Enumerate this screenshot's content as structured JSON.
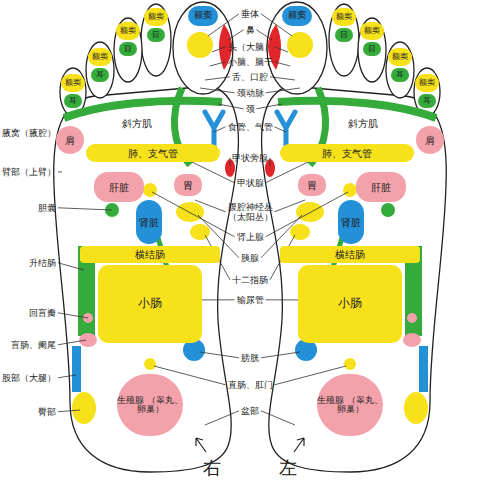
{
  "diagram": {
    "nodes": [
      {
        "text": [
          "额窦"
        ]
      },
      {
        "text": [
          "耳"
        ]
      },
      {
        "text": [
          "额窦"
        ]
      },
      {
        "text": [
          "耳"
        ]
      },
      {
        "text": [
          "额窦"
        ]
      },
      {
        "text": [
          "目"
        ]
      },
      {
        "text": [
          "额窦"
        ]
      },
      {
        "text": [
          "目"
        ]
      },
      {
        "text": [
          "额窦"
        ]
      },
      {
        "text": [
          "肩"
        ]
      },
      {
        "text": [
          "斜方肌"
        ]
      },
      {
        "text": [
          "肺、支气管"
        ]
      },
      {
        "text": [
          "肝脏"
        ]
      },
      {
        "text": [
          "胃"
        ]
      },
      {
        "text": [
          "肾脏"
        ]
      },
      {
        "text": [
          "横结肠"
        ]
      },
      {
        "text": [
          "小肠"
        ]
      },
      {
        "text": [
          "生殖腺 （睾丸、卵巢）"
        ]
      },
      {
        "text": [
          "额窦"
        ]
      },
      {
        "text": [
          "耳"
        ]
      },
      {
        "text": [
          "额窦"
        ]
      },
      {
        "text": [
          "耳"
        ]
      },
      {
        "text": [
          "额窦"
        ]
      },
      {
        "text": [
          "目"
        ]
      },
      {
        "text": [
          "额窦"
        ]
      },
      {
        "text": [
          "目"
        ]
      },
      {
        "text": [
          "额窦"
        ]
      },
      {
        "text": [
          "肩"
        ]
      },
      {
        "text": [
          "斜方肌"
        ]
      },
      {
        "text": [
          "肺、支气管"
        ]
      },
      {
        "text": [
          "肝脏"
        ]
      },
      {
        "text": [
          "胃"
        ]
      },
      {
        "text": [
          "肾脏"
        ]
      },
      {
        "text": [
          "横结肠"
        ]
      },
      {
        "text": [
          "小肠"
        ]
      },
      {
        "text": [
          "生殖腺 （睾丸、卵巢）"
        ]
      }
    ],
    "labels": [
      "垂体",
      "鼻",
      "头（大脑）",
      "小脑、脑干",
      "舌、口腔",
      "颈动脉",
      "颈",
      "食管、气管",
      "腋窝（腋腔）",
      "臂部（上臂）",
      "甲状旁腺",
      "甲状腺",
      "胆囊",
      "腹腔神经丛 （太阳丛）",
      "肾上腺",
      "胰腺",
      "升结肠",
      "十二指肠",
      "输尿管",
      "回盲瓣",
      "盲肠、阑尾",
      "膀胱",
      "股部（大腿）",
      "直肠、肛门",
      "臀部",
      "盆部",
      "右",
      "左"
    ]
  }
}
